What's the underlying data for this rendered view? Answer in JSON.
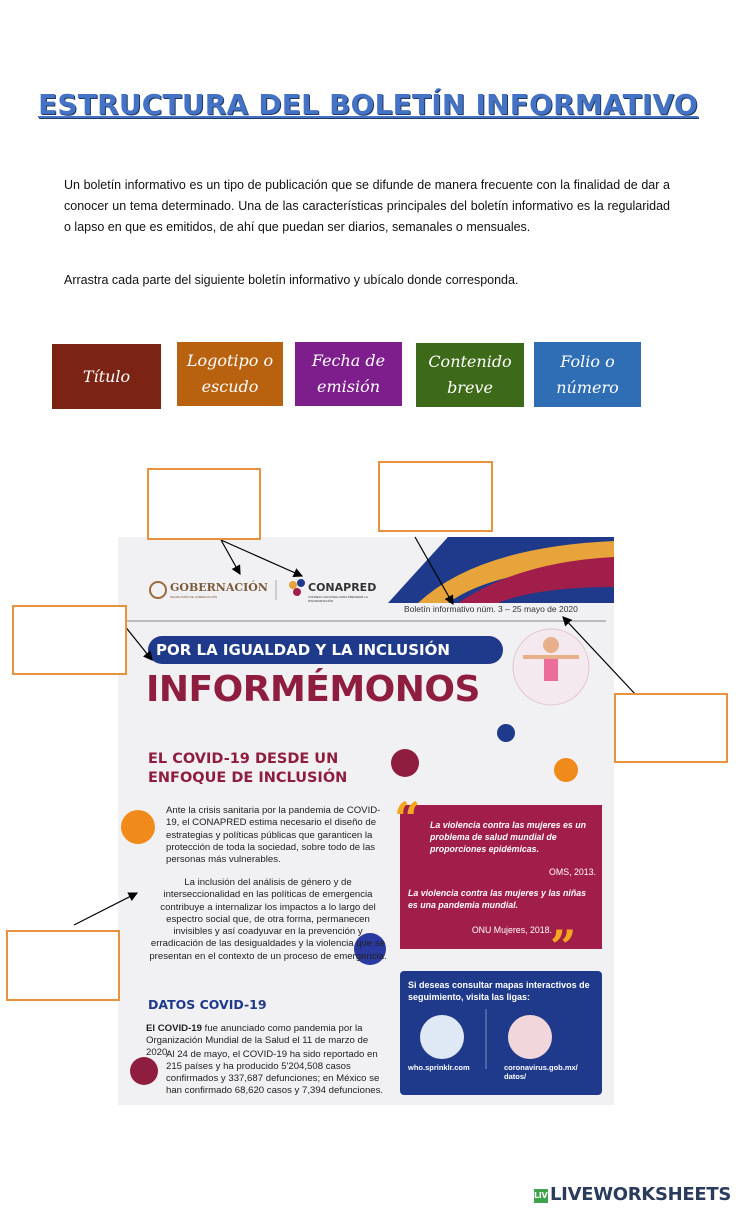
{
  "title": "ESTRUCTURA DEL BOLETÍN INFORMATIVO",
  "intro": "Un boletín informativo es un tipo de publicación que se difunde de manera frecuente con la finalidad de dar a conocer un tema determinado. Una de las características principales del boletín informativo es la regularidad o lapso en que es emitidos, de ahí que puedan ser diarios, semanales o mensuales.",
  "instruction": "Arrastra cada parte del siguiente boletín informativo y ubícalo donde corresponda.",
  "tiles": [
    {
      "label": "Título",
      "color": "#7b2414"
    },
    {
      "label": "Logotipo o escudo",
      "color": "#b8620f"
    },
    {
      "label": "Fecha de emisión",
      "color": "#7d1e8c"
    },
    {
      "label": "Contenido breve",
      "color": "#3d6a18"
    },
    {
      "label": "Folio o número",
      "color": "#2f6db4"
    }
  ],
  "newsletter": {
    "gov_logo": "GOBERNACIÓN",
    "gov_sub": "SECRETARÍA DE GOBERNACIÓN",
    "conapred_logo": "CONAPRED",
    "conapred_sub": "CONSEJO NACIONAL PARA PREVENIR LA DISCRIMINACIÓN",
    "folio": "Boletín informativo núm. 3 – 25 mayo de 2020",
    "banner": "POR LA IGUALDAD Y LA INCLUSIÓN",
    "headline": "INFORMÉMONOS",
    "section_title": "EL COVID-19 DESDE UN ENFOQUE DE INCLUSIÓN",
    "para1": "Ante la crisis sanitaria por la pandemia de COVID-19, el CONAPRED estima necesario el diseño de estrategias y políticas públicas que garanticen la protección de toda la sociedad, sobre todo de las personas más vulnerables.",
    "para2": "La inclusión del análisis de género y de interseccionalidad en las políticas de emergencia contribuye a internalizar los impactos a lo largo del espectro social que, de otra forma, permanecen invisibles y así coadyuvar en la prevención y erradicación de las desigualdades y la violencia que se presentan en el contexto de un proceso de emergencia.",
    "quote1": "La violencia contra las mujeres es un problema de salud mundial de proporciones epidémicas.",
    "quote1_src": "OMS, 2013.",
    "quote2": "La violencia contra las mujeres y las niñas es una pandemia mundial.",
    "quote2_src": "ONU Mujeres, 2018.",
    "datos_title": "DATOS COVID-19",
    "datos1_bold": "El COVID-19",
    "datos1": " fue anunciado como pandemia por la Organización Mundial de la Salud el 11 de marzo de 2020.",
    "datos2": "Al 24 de mayo, el COVID-19 ha sido reportado en 215 países y ha producido 5'204,508 casos confirmados y 337,687 defunciones; en México se han confirmado 68,620 casos y 7,394 defunciones.",
    "links_title": "Si deseas consultar mapas interactivos de seguimiento, visita las ligas:",
    "link1": "who.sprinklr.com",
    "link2": "coronavirus.gob.mx/ datos/"
  },
  "footer_logo": "LIVEWORKSHEETS",
  "footer_badge": "LIVE",
  "colors": {
    "title": "#4472c4",
    "drop_border": "#e8923d",
    "maroon": "#8f1d3f",
    "navy": "#1f3a8a"
  }
}
